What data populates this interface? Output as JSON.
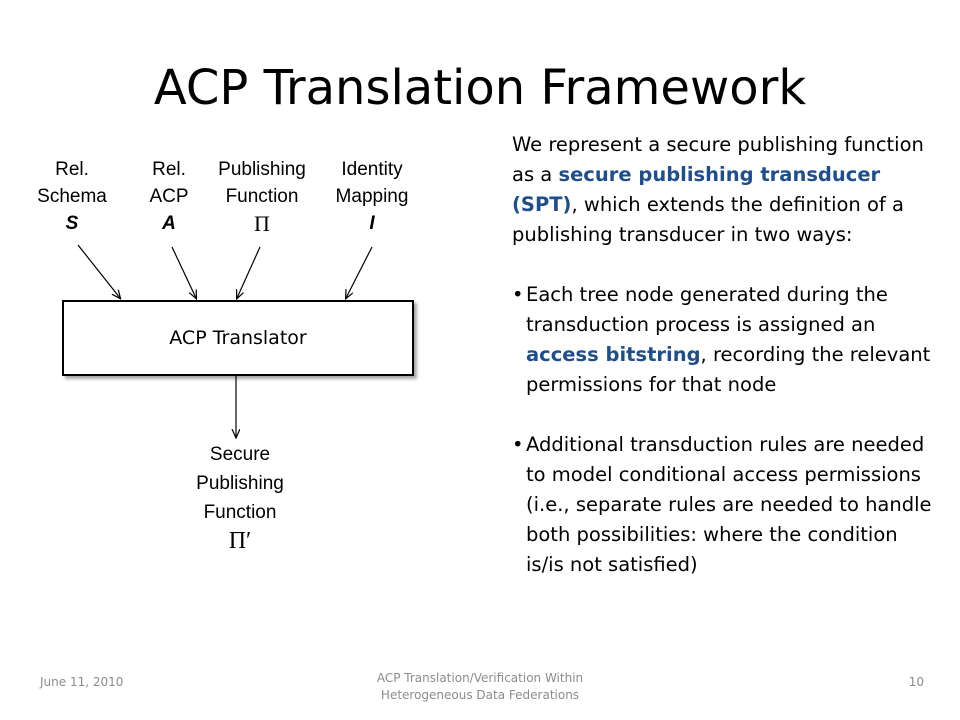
{
  "title": "ACP Translation Framework",
  "inputs": [
    {
      "line1": "Rel.",
      "line2": "Schema",
      "symbol": "S"
    },
    {
      "line1": "Rel.",
      "line2": "ACP",
      "symbol": "A"
    },
    {
      "line1": "Publishing",
      "line2": "Function",
      "symbol": "Π"
    },
    {
      "line1": "Identity",
      "line2": "Mapping",
      "symbol": "I"
    }
  ],
  "translator_label": "ACP Translator",
  "output": {
    "line1": "Secure",
    "line2": "Publishing",
    "line3": "Function",
    "symbol": "Π′"
  },
  "body": {
    "intro_before": "We represent a secure publishing function as a ",
    "intro_highlight": "secure publishing transducer (SPT)",
    "intro_after": ", which extends the definition of a publishing transducer in two ways:",
    "bullet_marker": "•",
    "bullet1_before": "Each tree node generated during the transduction process is assigned an ",
    "bullet1_highlight": "access bitstring",
    "bullet1_after": ", recording the relevant permissions for that node",
    "bullet2": "Additional transduction rules are needed to model conditional access permissions (i.e., separate rules are needed to handle both possibilities: where the condition is/is not satisfied)"
  },
  "footer": {
    "date": "June 11, 2010",
    "center": "ACP Translation/Verification Within Heterogeneous Data Federations",
    "page": "10"
  },
  "colors": {
    "highlight": "#1f4e8c",
    "footer": "#8c8c8c"
  }
}
